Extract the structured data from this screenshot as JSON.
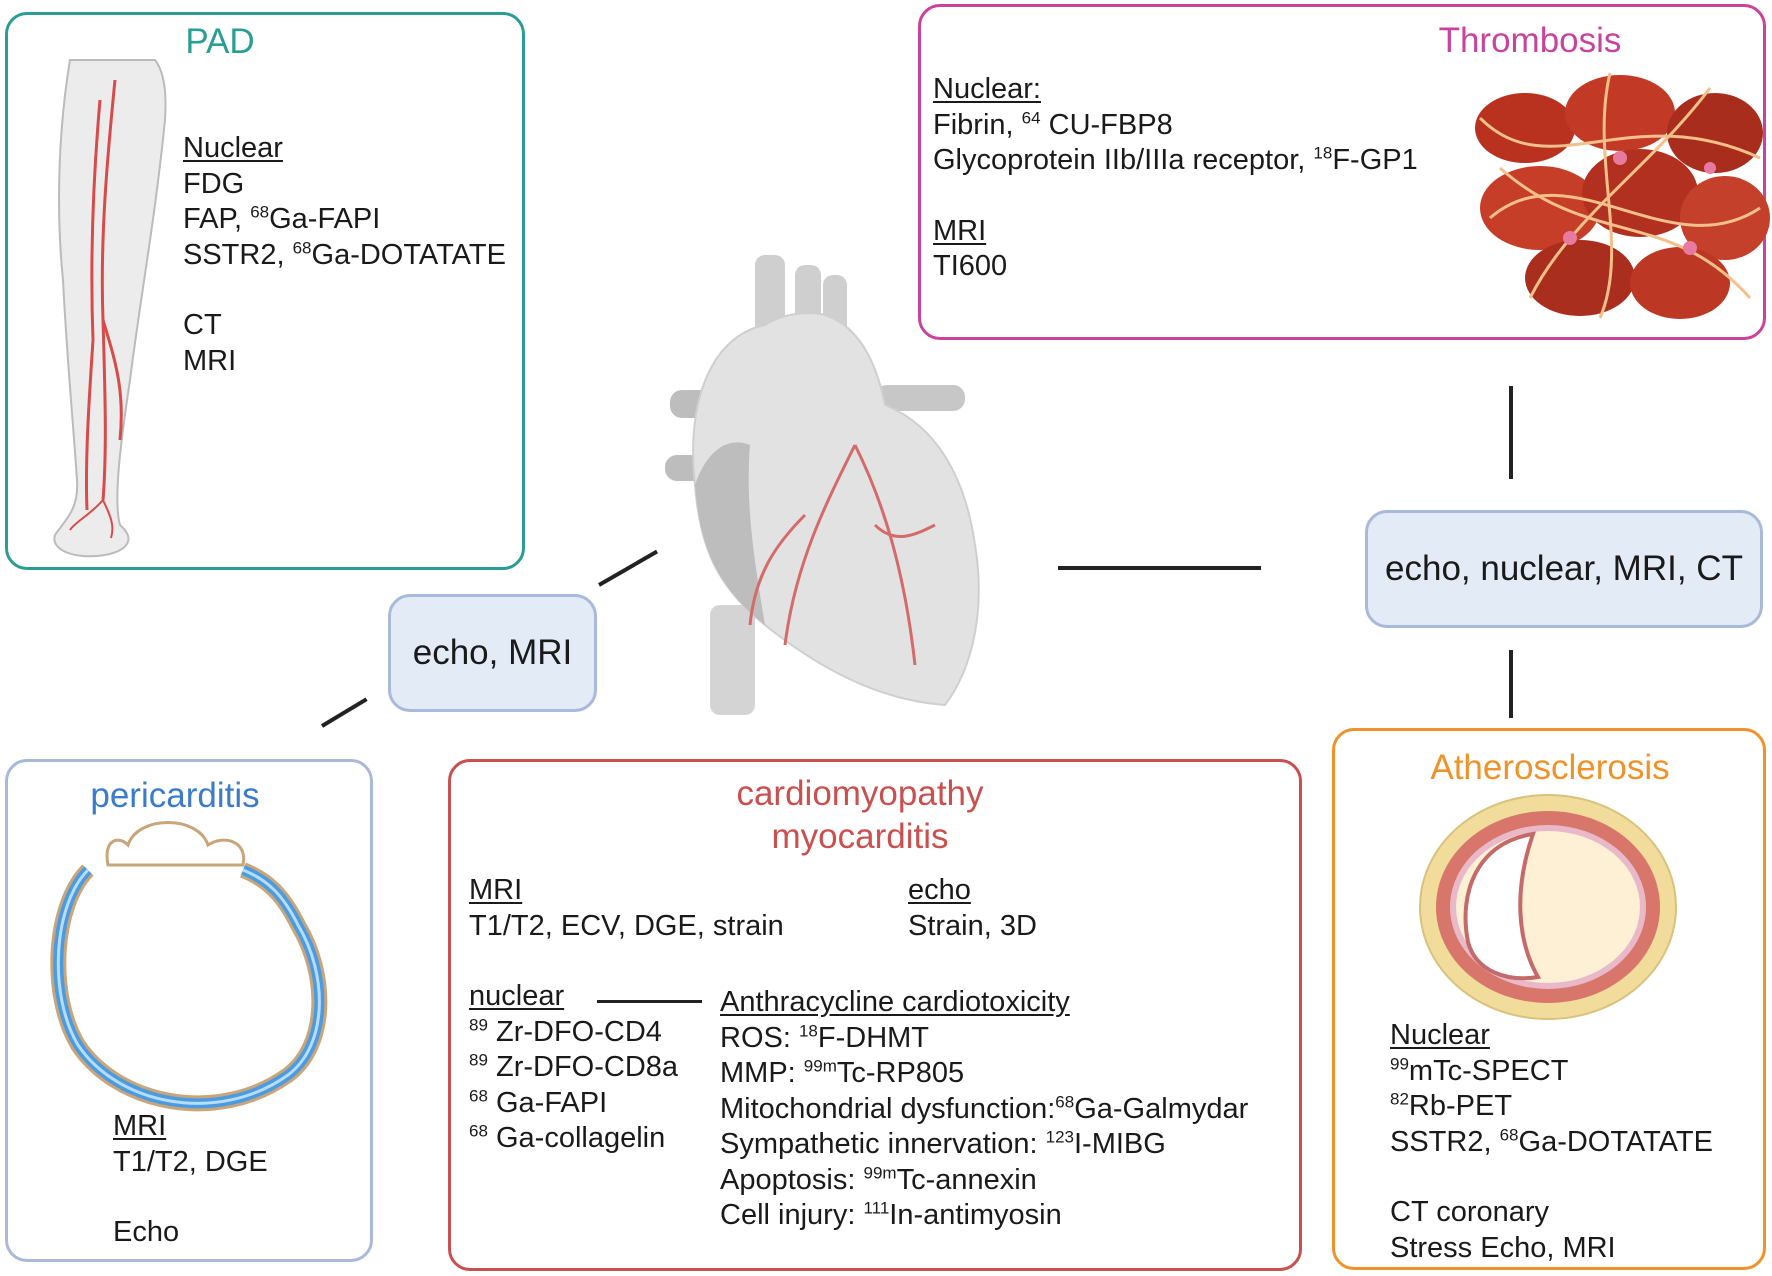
{
  "pad": {
    "title": "PAD",
    "lines": [
      "Nuclear",
      "FDG",
      "FAP, ",
      "68",
      "Ga-FAPI",
      "SSTR2, ",
      "68",
      "Ga-DOTATATE",
      "CT",
      "MRI"
    ]
  },
  "thrombosis": {
    "title": "Thrombosis",
    "nuclear_header": "Nuclear:",
    "fibrin": [
      "Fibrin, ",
      "64",
      " CU-FBP8"
    ],
    "gp": [
      "Glycoprotein IIb/IIIa receptor, ",
      "18",
      "F-GP1"
    ],
    "mri_header": "MRI",
    "mri": "TI600"
  },
  "pericarditis": {
    "title": "pericarditis",
    "mri_header": "MRI",
    "mri": "T1/T2,  DGE",
    "echo": "Echo"
  },
  "cardiomyopathy": {
    "title1": "cardiomyopathy",
    "title2": "myocarditis",
    "mri_header": "MRI",
    "mri": "T1/T2, ECV, DGE, strain",
    "echo_header": "echo",
    "echo": "Strain, 3D",
    "nuclear_header": "nuclear",
    "nuclear": [
      [
        "89",
        " Zr-DFO-CD4"
      ],
      [
        "89",
        " Zr-DFO-CD8a"
      ],
      [
        "68",
        " Ga-FAPI"
      ],
      [
        "68",
        " Ga-collagelin"
      ]
    ],
    "anthra_header": "Anthracycline cardiotoxicity",
    "anthra": [
      [
        "ROS: ",
        "18",
        "F-DHMT"
      ],
      [
        "MMP:  ",
        "99m",
        "Tc-RP805"
      ],
      [
        "Mitochondrial dysfunction:",
        "68",
        "Ga-Galmydar"
      ],
      [
        "Sympathetic innervation:  ",
        "123",
        "I-MIBG"
      ],
      [
        "Apoptosis: ",
        "99m",
        "Tc-annexin"
      ],
      [
        "Cell injury: ",
        "111",
        "In-antimyosin"
      ]
    ]
  },
  "atherosclerosis": {
    "title": "Atherosclerosis",
    "nuclear_header": "Nuclear",
    "nuclear": [
      [
        "",
        "99",
        "mTc-SPECT"
      ],
      [
        "",
        "82",
        "Rb-PET"
      ],
      [
        "SSTR2, ",
        "68",
        "Ga-DOTATATE"
      ]
    ],
    "ct": "CT coronary",
    "stress": "Stress Echo, MRI"
  },
  "modalities": {
    "left": "echo,  MRI",
    "right": "echo, nuclear, MRI, CT"
  },
  "colors": {
    "pad": "#2a9d94",
    "thrombosis": "#c8439b",
    "pericarditis": "#3a7cc9",
    "cardiomyopathy": "#c9504f",
    "atherosclerosis": "#f0922a",
    "pill_fill": "#e3ebf7",
    "pill_border": "#a9b9d9"
  },
  "icons": [
    "leg-artery-illustration",
    "blood-clot-illustration",
    "heart-illustration",
    "pericardium-illustration",
    "artery-cross-section-illustration"
  ]
}
